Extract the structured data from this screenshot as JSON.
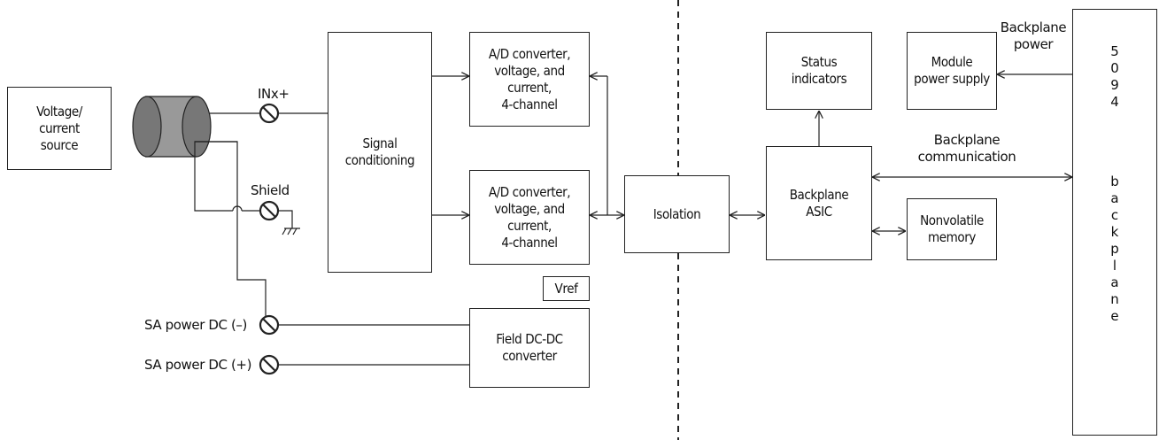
{
  "diagram": {
    "blocks": {
      "voltage_source": "Voltage/\ncurrent\nsource",
      "signal_conditioning": "Signal\nconditioning",
      "ad_converter_top": "A/D converter,\nvoltage, and\ncurrent,\n4-channel",
      "ad_converter_bottom": "A/D converter,\nvoltage, and\ncurrent,\n4-channel",
      "vref": "Vref",
      "field_dcdc": "Field DC-DC\nconverter",
      "isolation": "Isolation",
      "status_indicators": "Status\nindicators",
      "module_power_supply": "Module\npower supply",
      "backplane_asic": "Backplane\nASIC",
      "nonvolatile_memory": "Nonvolatile\nmemory"
    },
    "labels": {
      "input_terminal": "INx+",
      "shield": "Shield",
      "sa_power_neg": "SA power DC (–)",
      "sa_power_pos": "SA power DC (+)",
      "backplane_power": "Backplane\npower",
      "backplane_communication": "Backplane\ncommunication"
    },
    "backplane_bar": {
      "top_chars": [
        "5",
        "0",
        "9",
        "4"
      ],
      "bottom_chars": [
        "b",
        "a",
        "c",
        "k",
        "p",
        "l",
        "a",
        "n",
        "e"
      ]
    }
  }
}
